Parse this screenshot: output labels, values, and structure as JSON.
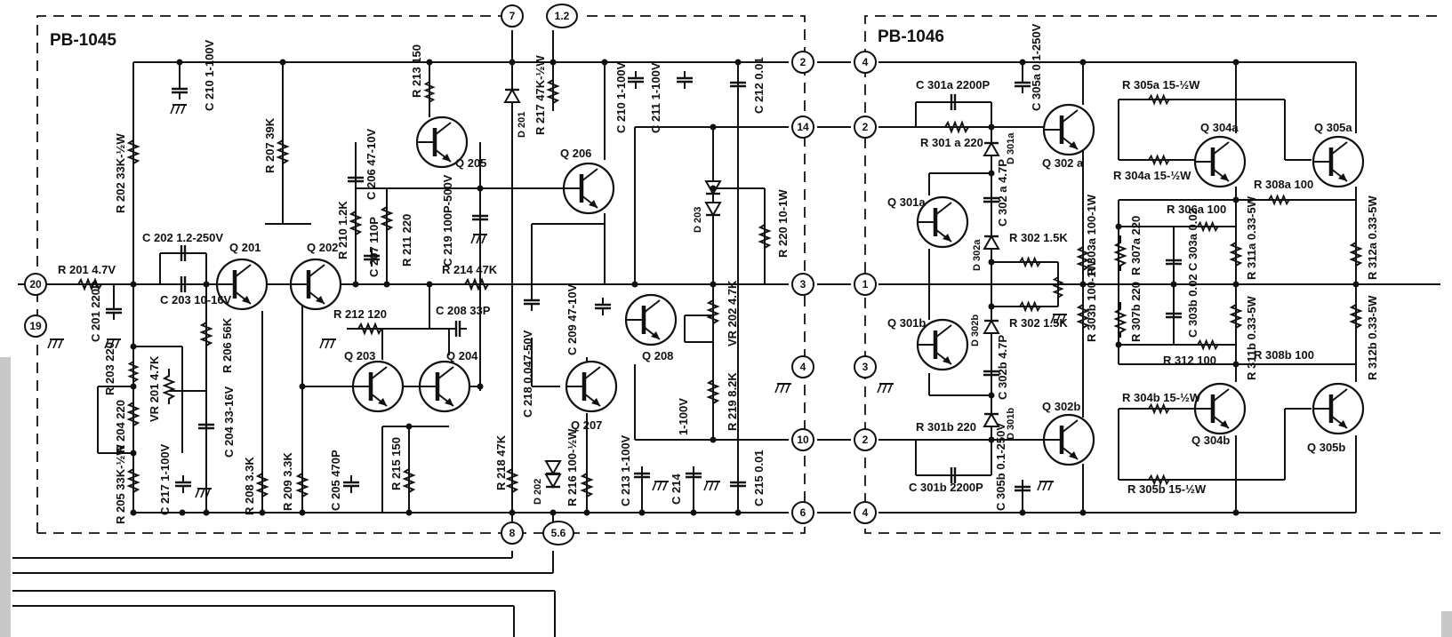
{
  "boards": [
    {
      "id": "pb1045",
      "label": "PB-1045"
    },
    {
      "id": "pb1046",
      "label": "PB-1046"
    }
  ],
  "terminals": {
    "t7": "7",
    "t12": "1.2",
    "t2a": "2",
    "t4a": "4",
    "t14": "14",
    "t2b": "2",
    "t3a": "3",
    "t1": "1",
    "t4b": "4",
    "t3b": "3",
    "t10": "10",
    "t2c": "2",
    "t6": "6",
    "t4c": "4",
    "t8": "8",
    "t56": "5.6",
    "t20": "20",
    "t19": "19"
  },
  "labels": {
    "c210a": "C 210 1-100V",
    "r202": "R 202 33K-½W",
    "r207": "R 207 39K",
    "r213": "R 213 150",
    "q205": "Q 205",
    "d201": "D 201",
    "r217": "R 217 47K-½W",
    "c210b": "C 210 1-100V",
    "c211": "C 211 1-100V",
    "c212": "C 212 0.01",
    "c206": "C 206 47-10V",
    "r210": "R 210 1.2K",
    "c207": "C 207 110P",
    "r211": "R 211 220",
    "c219": "C 219 100P-500V",
    "q206": "Q 206",
    "d203": "D 203",
    "r220": "R 220 10-1W",
    "c202": "C 202 1.2-250V",
    "c203": "C 203 10-16V",
    "q201": "Q 201",
    "q202": "Q 202",
    "r201": "R 201 4.7V",
    "c201": "C 201 220P",
    "r214": "R 214 47K",
    "r206": "R 206 56K",
    "r212": "R 212 120",
    "c208": "C 208 33P",
    "q203": "Q 203",
    "q204": "Q 204",
    "c218": "C 218 0.047-50V",
    "c209": "C 209 47-10V",
    "q208": "Q 208",
    "vr202": "VR 202 4.7K",
    "r219": "R 219 8.2K",
    "r203": "R 203 220",
    "vr201": "VR 201 4.7K",
    "r204": "R 204 220",
    "c204": "C 204 33-16V",
    "r208": "R 208 3.3K",
    "r209": "R 209 3.3K",
    "q207": "Q 207",
    "c216": "1-100V",
    "r205": "R 205 33K-½W",
    "c217": "C 217 1-100V",
    "c205": "C 205 470P",
    "r215": "R 215 150",
    "r218": "R 218 47K",
    "d202": "D 202",
    "r216": "R 216 100-½W",
    "c213": "C 213 1-100V",
    "c214": "C 214",
    "c215": "C 215 0.01",
    "c301a": "C 301a 2200P",
    "c305a": "C 305a 0.1-250V",
    "r301a": "R 301 a 220",
    "d301a": "D 301a",
    "q302a": "Q 302 a",
    "r305a": "R 305a 15-½W",
    "q304a": "Q 304a",
    "q305a": "Q 305a",
    "r304a": "R 304a 15-½W",
    "r308a": "R 308a 100",
    "q301a": "Q 301a",
    "c302a": "C 302 a 4.7P",
    "r306a": "R 306a 100",
    "d302a": "D 302a",
    "r302a": "R 302 1.5K",
    "r303a": "R 303a 100-1W",
    "r307a": "R 307a 220",
    "c303a": "C 303a 0.02",
    "r311a": "R 311a 0.33-5W",
    "r312a": "R 312a 0.33-5W",
    "q301b": "Q 301b",
    "d302b": "D 302b",
    "r302b": "R 302 1.5K",
    "r303b": "R 303b 100-1W",
    "r307b": "R 307b 220",
    "c303b": "C 303b 0.02",
    "r311b": "R 311b 0.33-5W",
    "r312b": "R 312b 0.33-5W",
    "r312": "R 312 100",
    "r308b": "R 308b 100",
    "c302b": "C 302b 4.7P",
    "r304b": "R 304b 15-½W",
    "r301b": "R 301b 220",
    "d301b": "D 301b",
    "q302b": "Q 302b",
    "q304b": "Q 304b",
    "q305b": "Q 305b",
    "c301b": "C 301b 2200P",
    "c305b": "C 305b 0.1-250V",
    "r305b": "R 305b 15-½W"
  },
  "colors": {
    "ink": "#111111",
    "paper": "#ffffff",
    "scrollbar": "#c8c8c8"
  }
}
